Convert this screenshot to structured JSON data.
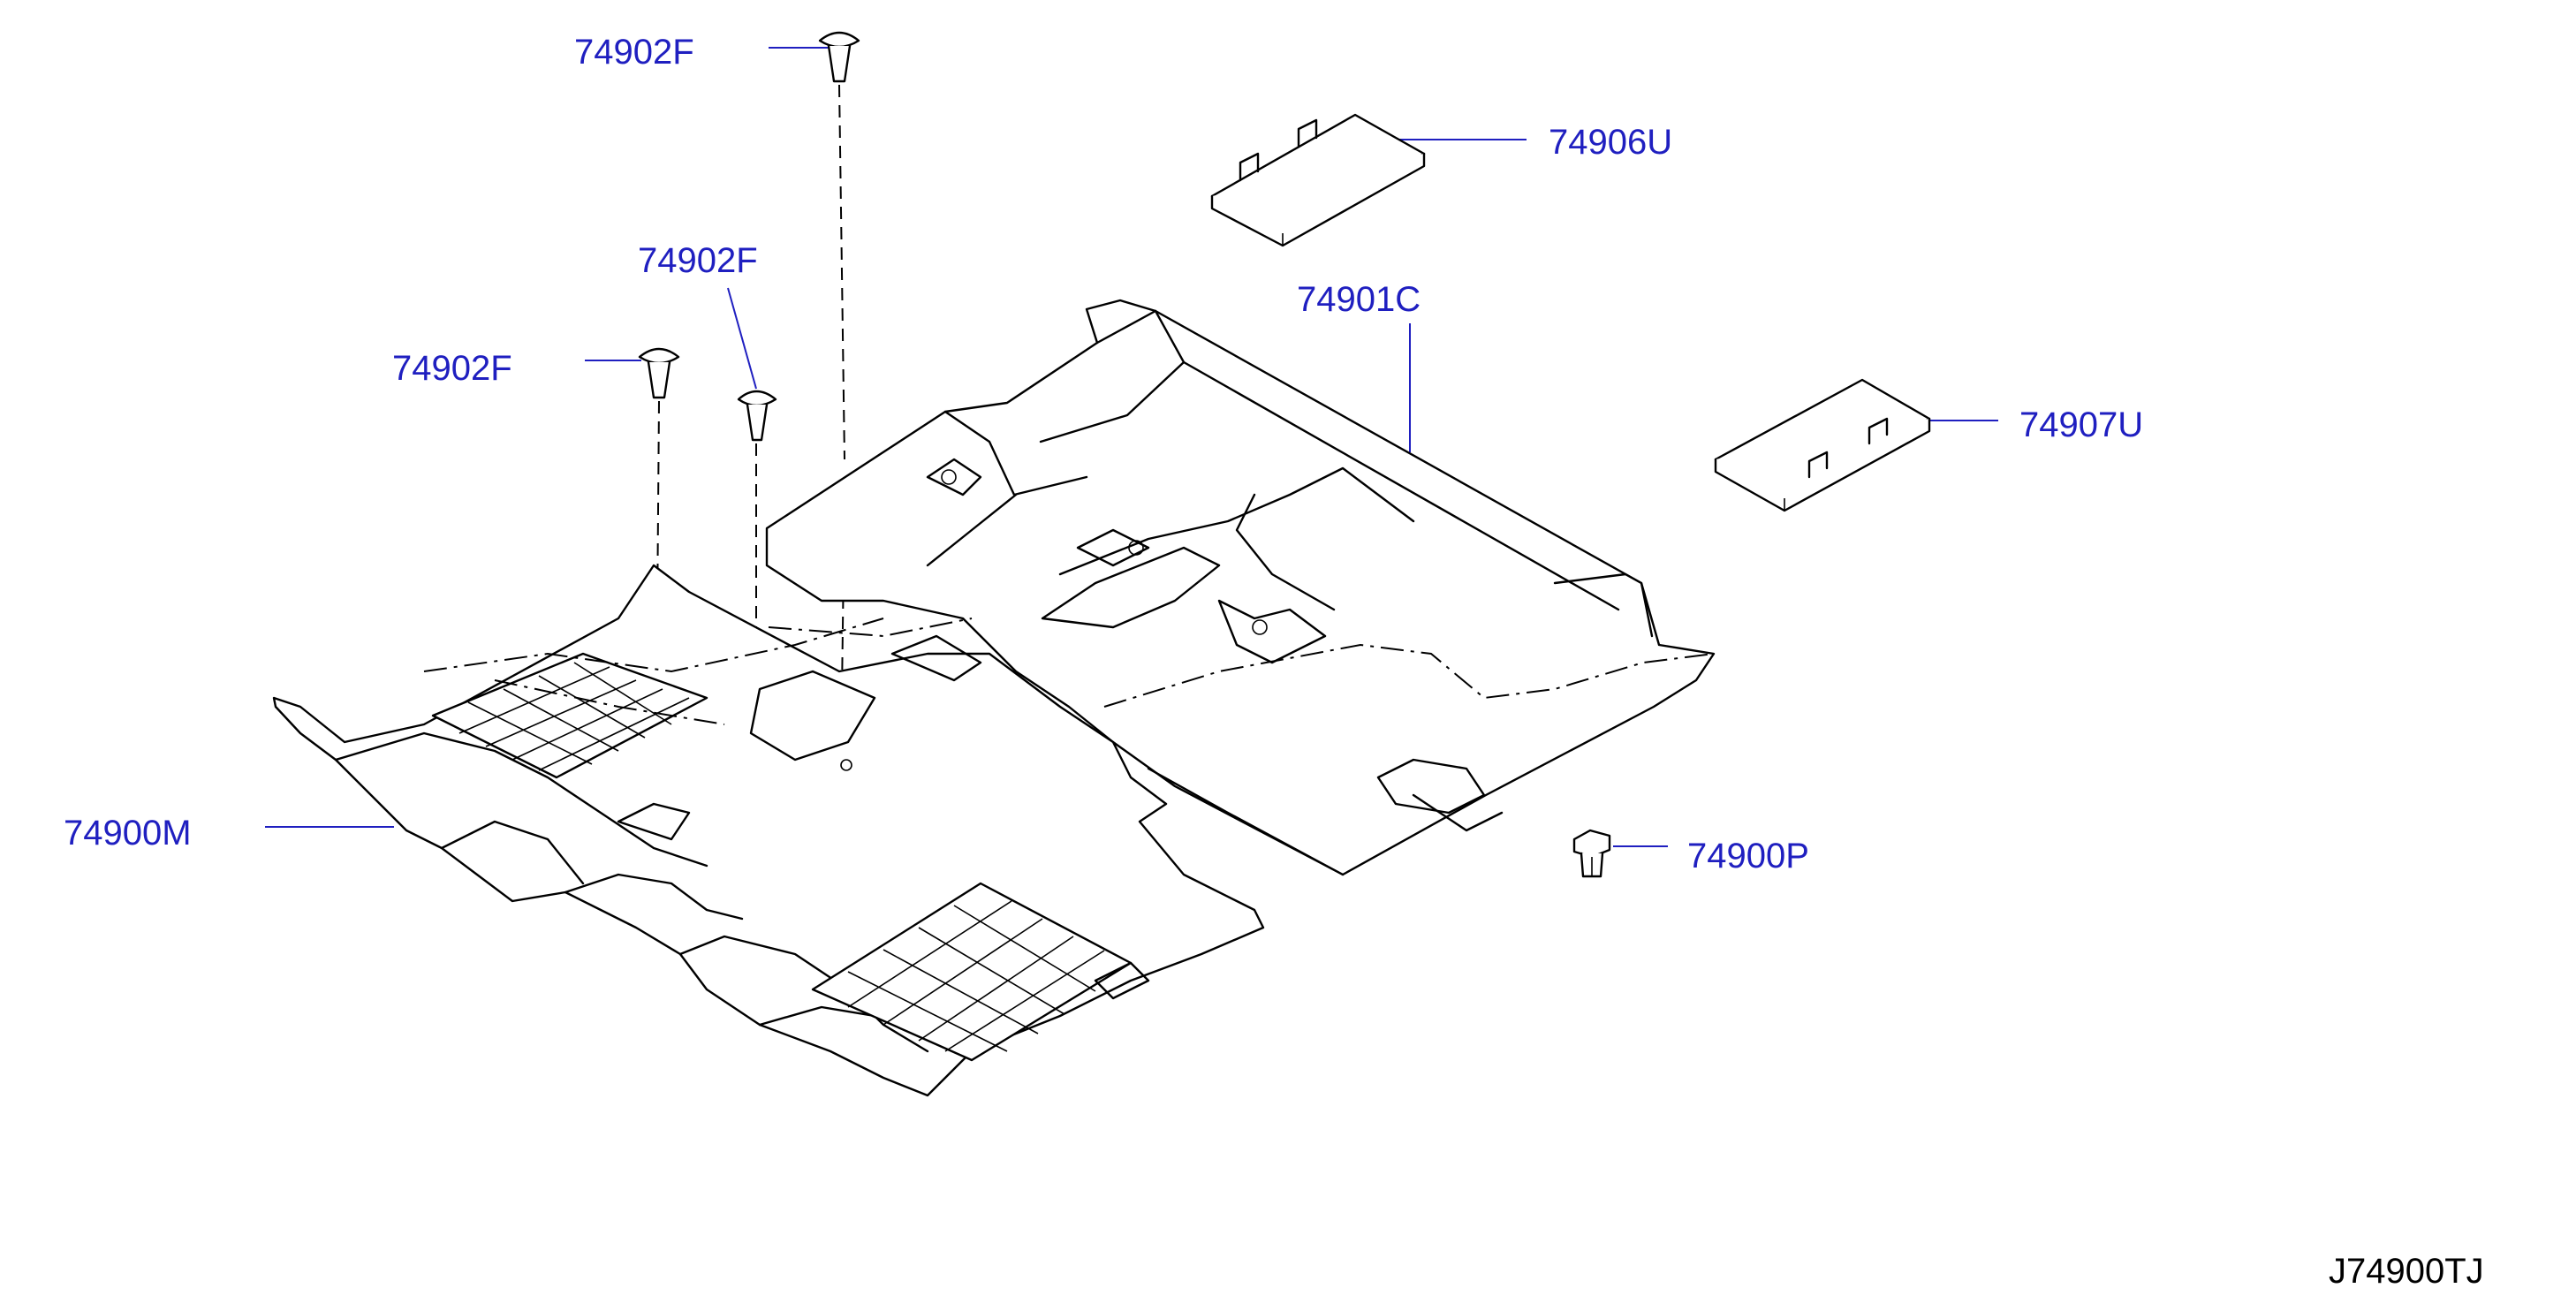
{
  "diagram": {
    "parts": [
      {
        "id": "clip-top",
        "label": "74902F"
      },
      {
        "id": "clip-mid",
        "label": "74902F"
      },
      {
        "id": "clip-left",
        "label": "74902F"
      },
      {
        "id": "cover-upper",
        "label": "74906U"
      },
      {
        "id": "carpet-rear",
        "label": "74901C"
      },
      {
        "id": "cover-lower",
        "label": "74907U"
      },
      {
        "id": "carpet-front",
        "label": "74900M"
      },
      {
        "id": "fastener",
        "label": "74900P"
      }
    ],
    "reference_code": "J74900TJ"
  }
}
